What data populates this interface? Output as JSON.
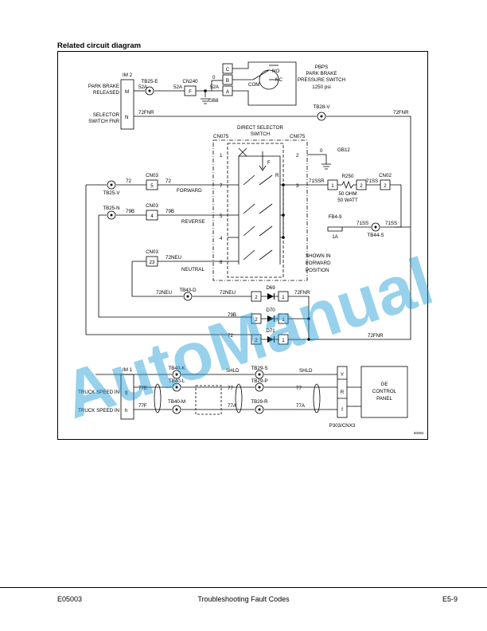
{
  "heading": "Related circuit diagram",
  "labels": {
    "im2": "IM 2",
    "park_brake_released": [
      "PARK BRAKE",
      "RELEASED"
    ],
    "selector_switch_fnr": [
      "SELECTOR",
      "SWITCH FNR"
    ],
    "pin_m": "M",
    "pin_n": "N",
    "pbps_title": [
      "PBPS",
      "PARK BRAKE",
      "PRESSURE SWITCH",
      "1250 psi"
    ],
    "direct_selector_switch": [
      "DIRECT SELECTOR",
      "SWITCH"
    ],
    "cn075_left": "CN075",
    "cn075_right": "CN075",
    "forward": "FORWARD",
    "reverse": "REVERSE",
    "neutral": "NEUTRAL",
    "shown_in_forward": [
      "SHOWN IN",
      "FORWARD",
      "POSITION"
    ],
    "ohm": [
      "50 OHM",
      "50 WATT"
    ],
    "ge_panel": [
      "GE",
      "CONTROL",
      "PANEL"
    ],
    "im1": "IM 1",
    "truck_speed_in_1": "TRUCK SPEED IN",
    "truck_speed_in_2": "TRUCK SPEED IN",
    "pin_g": "g",
    "pin_h": "h",
    "p303": "P303/CNX3",
    "fig_code": "60362",
    "wires": {
      "w52a_1": "52A",
      "w52a_2": "52A",
      "w52a_3": "52A",
      "w0_top": "0",
      "w72fnr_1": "72FNR",
      "w72fnr_2": "72FNR",
      "w72fnr_3": "72FNR",
      "w72fnr_4": "72FNR",
      "w72_1": "72",
      "w72_2": "72",
      "w72_3": "72",
      "w79b_1": "79B",
      "w79b_2": "79B",
      "w79b_3": "79B",
      "w72neu_1": "72NEU",
      "w72neu_2": "72NEU",
      "w72neu_3": "72NEU",
      "w0_gb12": "0",
      "w71ssr": "71SSR",
      "w71ss_1": "71SS",
      "w71ss_2": "71SS",
      "w71ss_3": "71SS",
      "w77e": "77E",
      "w77f": "77F",
      "w77_1": "77",
      "w77_2": "77",
      "w77a_1": "77A",
      "w77a_2": "77A",
      "shld_1": "SHLD",
      "shld_2": "SHLD"
    },
    "components": {
      "tb25e": "TB25-E",
      "cn240": "CN240",
      "gb8": "GB8",
      "f_pin": "F",
      "c_pin": "C",
      "b_pin": "B",
      "a_pin": "A",
      "no": "NO",
      "nc": "NC",
      "com": "COM",
      "tb28v": "TB28-V",
      "tb25v": "TB25-V",
      "tb25n": "TB25-N",
      "cn03_1": "CN03",
      "cn03_2": "CN03",
      "cn03_3": "CN03",
      "p5": "5",
      "p4": "4",
      "p23": "23",
      "sw1": "1",
      "sw7": "7",
      "sw5": "5",
      "sw4": "4",
      "sw6": "6",
      "sw2": "2",
      "sw3": "3",
      "f_dir": "F",
      "r_dir": "R",
      "gb12": "GB12",
      "r250": "R250",
      "cn02": "CN02",
      "r_p1": "1",
      "r_p2": "2",
      "cn02_p2": "2",
      "fb49": "FB4-9",
      "fuse_1a": "1A",
      "tb44s": "TB44-S",
      "tb43d": "TB43-D",
      "d69": "D69",
      "d70": "D70",
      "d71": "D71",
      "d69_a": "2",
      "d69_k": "1",
      "d70_a": "2",
      "d70_k": "1",
      "d71_a": "2",
      "d71_k": "1",
      "tb40k": "TB40-K",
      "tb40l": "TB40-L",
      "tb40m": "TB40-M",
      "tb29s": "TB29-S",
      "tb29p": "TB29-P",
      "tb29r": "TB29-R",
      "ge_y": "Y",
      "ge_r": "R",
      "ge_f": "f"
    }
  },
  "watermark": "AutoManual",
  "watermark_color": "#1a9ad6",
  "footer": {
    "left": "E05003",
    "center": "Troubleshooting Fault Codes",
    "right": "E5-9"
  }
}
